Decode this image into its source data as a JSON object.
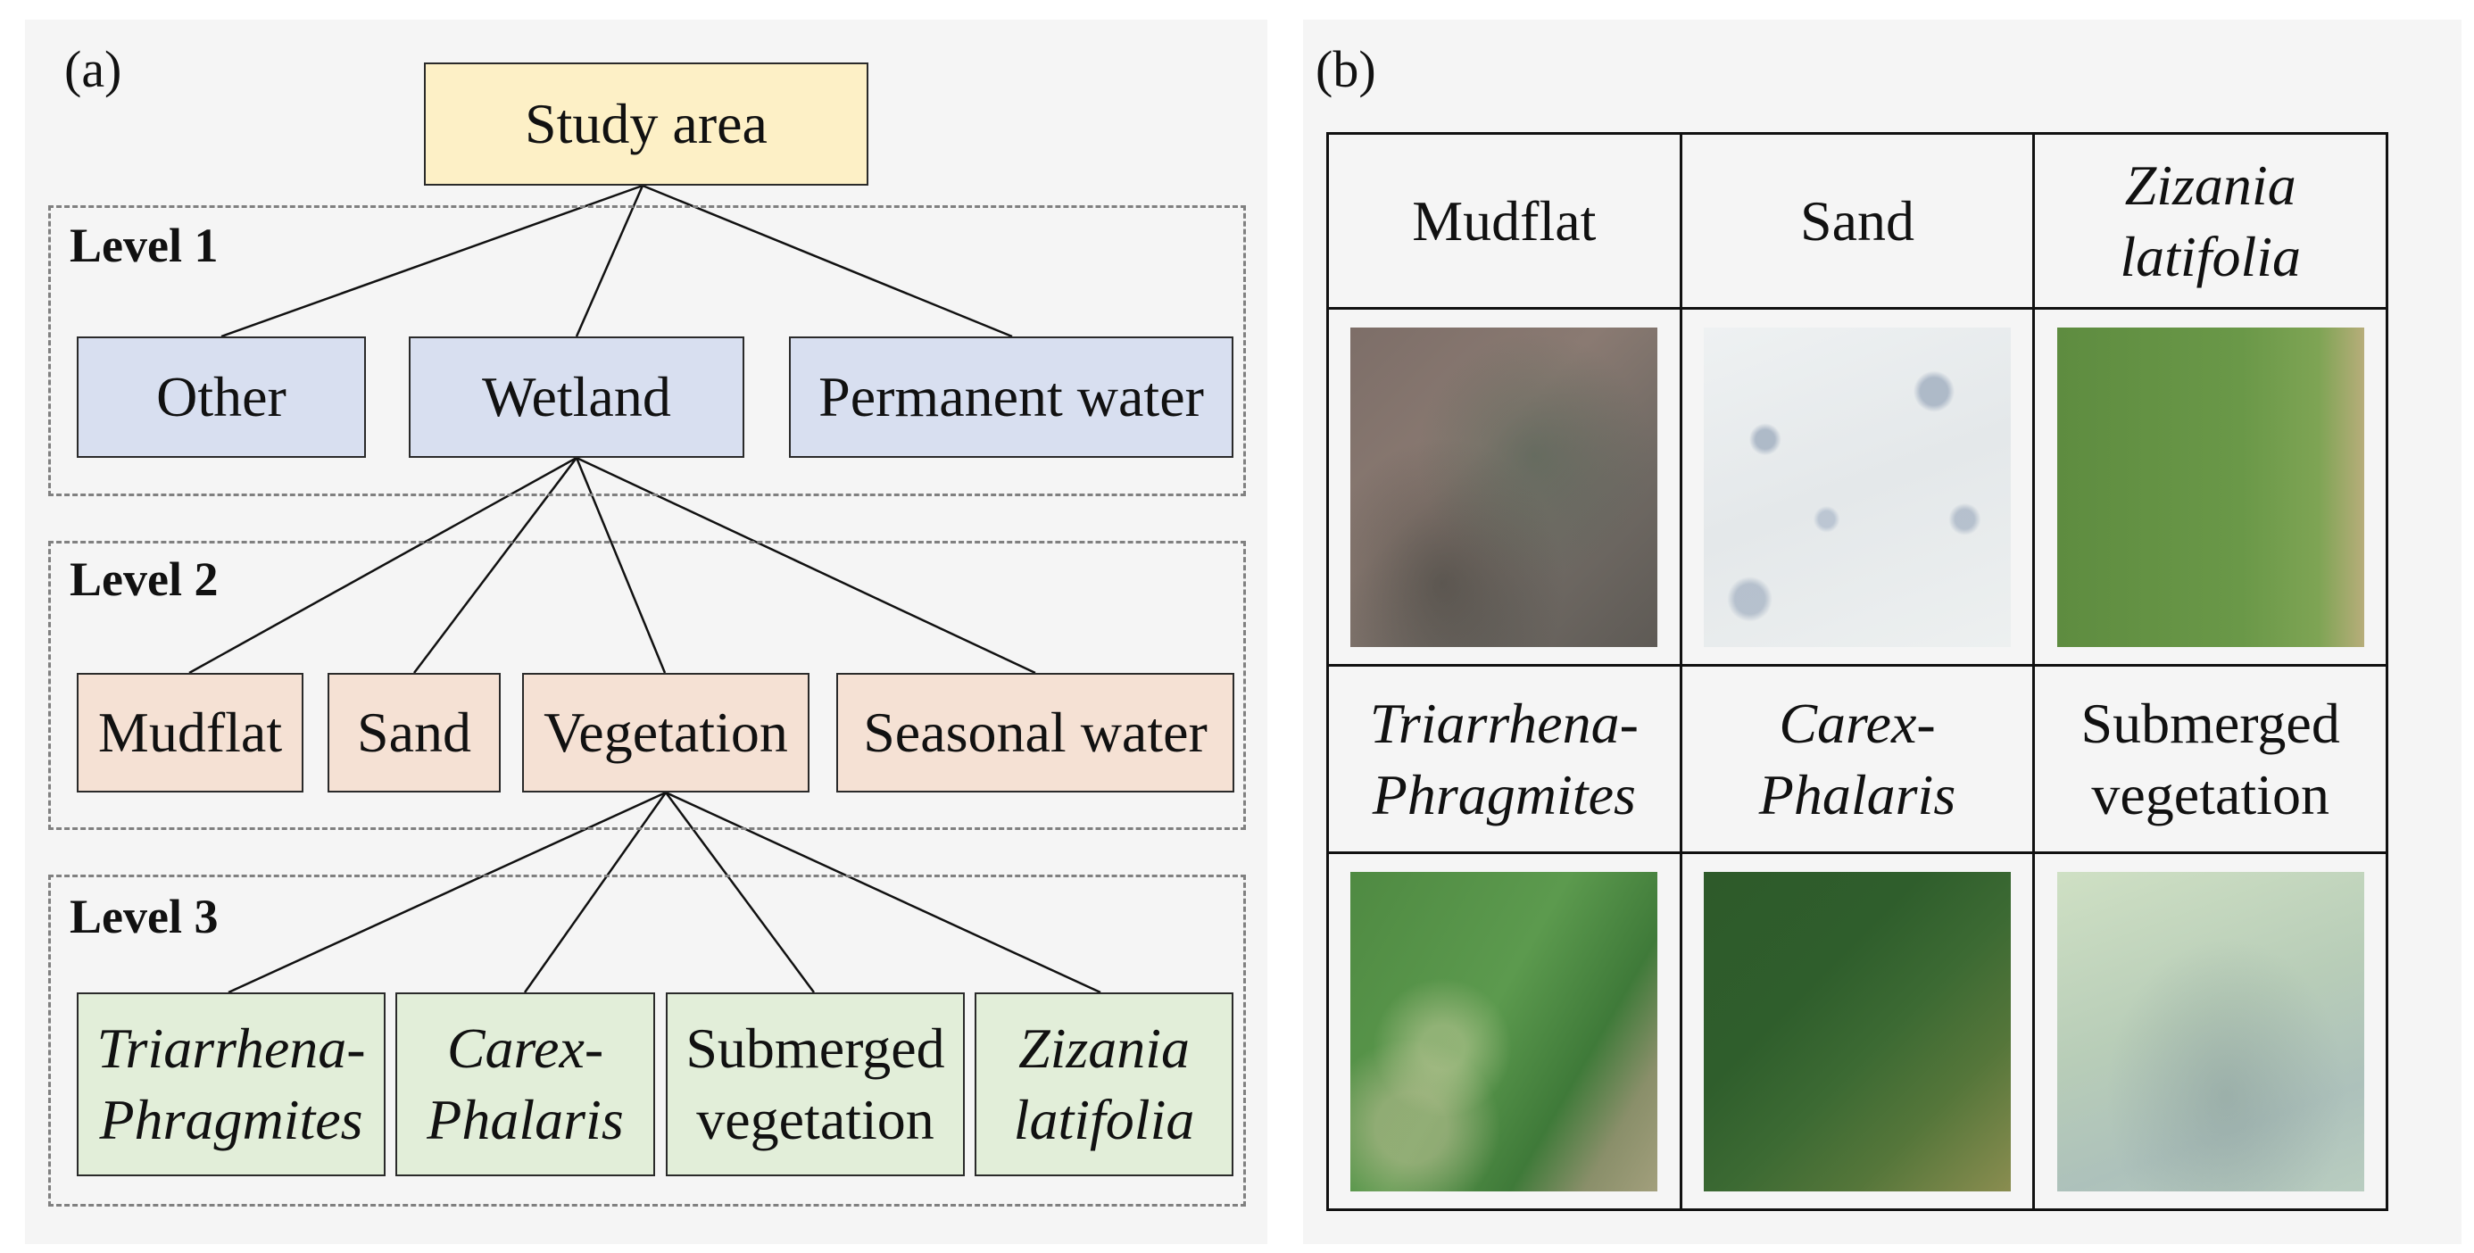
{
  "panel_a": {
    "label": "(a)",
    "root": "Study area",
    "levels": [
      {
        "label": "Level 1",
        "nodes": [
          "Other",
          "Wetland",
          "Permanent water"
        ]
      },
      {
        "label": "Level 2",
        "nodes": [
          "Mudflat",
          "Sand",
          "Vegetation",
          "Seasonal water"
        ]
      },
      {
        "label": "Level 3",
        "nodes": [
          {
            "line1": "Triarrhena-",
            "line2": "Phragmites"
          },
          {
            "line1": "Carex-",
            "line2": "Phalaris"
          },
          {
            "line1": "Submerged",
            "line2": "vegetation"
          },
          {
            "line1": "Zizania",
            "line2": "latifolia"
          }
        ]
      }
    ],
    "colors": {
      "root": "#fdf0c6",
      "level1": "#d8dff0",
      "level2": "#f5e1d4",
      "level3": "#e2eed9"
    }
  },
  "panel_b": {
    "label": "(b)",
    "rows": [
      {
        "cells": [
          {
            "line1": "Mudflat",
            "line2": "",
            "image": "mudflat-satellite-image"
          },
          {
            "line1": "Sand",
            "line2": "",
            "image": "sand-satellite-image"
          },
          {
            "line1": "Zizania",
            "line2": "latifolia",
            "image": "zizania-latifolia-satellite-image"
          }
        ]
      },
      {
        "cells": [
          {
            "line1": "Triarrhena-",
            "line2": "Phragmites",
            "image": "triarrhena-phragmites-satellite-image"
          },
          {
            "line1": "Carex-",
            "line2": "Phalaris",
            "image": "carex-phalaris-satellite-image"
          },
          {
            "line1": "Submerged",
            "line2": "vegetation",
            "image": "submerged-vegetation-satellite-image"
          }
        ]
      }
    ]
  }
}
